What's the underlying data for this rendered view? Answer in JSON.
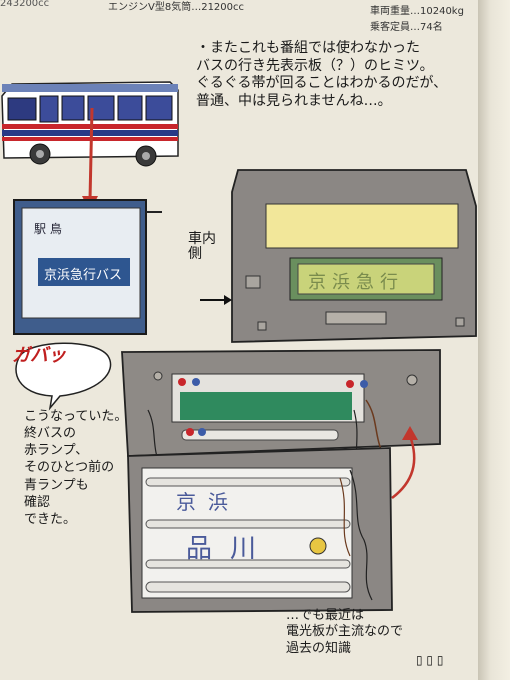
{
  "header": {
    "left_fragment": "243200cc",
    "engine": "エンジンV型8気筒…21200cc",
    "vehicle_weight": "車両重量…10240kg",
    "capacity": "乗客定員…74名"
  },
  "notes": {
    "top_lines": [
      "・またこれも番組では使わなかった",
      "バスの行き先表示板（？）のヒミツ。",
      "ぐるぐる帯が回ることはわかるのだが、",
      "普通、中は見られませんね…。"
    ],
    "side_label_lines": [
      "車内",
      "側"
    ],
    "sound_effect": "ガバッ",
    "left_lines": [
      "こうなっていた。",
      "終バスの",
      "赤ランプ、",
      "そのひとつ前の",
      "青ランプも",
      "確認",
      "できた。"
    ],
    "bottom_lines": [
      "…でも最近は",
      "電光板が主流なので",
      "過去の知識"
    ]
  },
  "sign_board": {
    "top_text": "駅 鳥",
    "main_text": "京浜急行バス"
  },
  "display_window_text": "京浜急行",
  "roll_text": [
    "京浜",
    "品川"
  ],
  "colors": {
    "paper": "#ece8dc",
    "bus_blue": "#283a86",
    "bus_red": "#c8262b",
    "arrow_red": "#c2372d",
    "box_gray": "#8b8784",
    "panel_green": "#2f8a5e",
    "window_yellow": "#f2e79a",
    "sign_blue": "#3f5d8c"
  }
}
